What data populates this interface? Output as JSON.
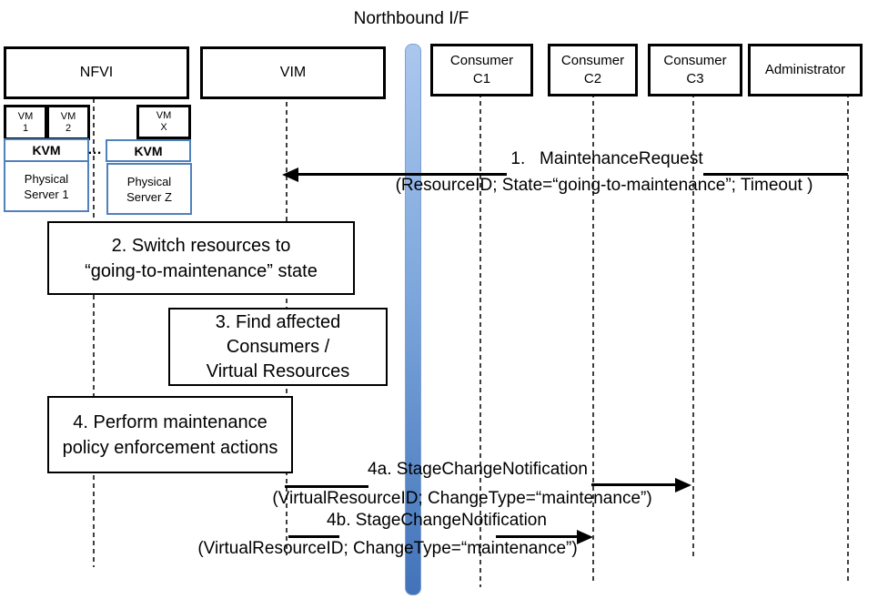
{
  "title": "Northbound I/F",
  "actors": {
    "nfvi": "NFVI",
    "vim": "VIM",
    "c1_line1": "Consumer",
    "c1_line2": "C1",
    "c2_line1": "Consumer",
    "c2_line2": "C2",
    "c3_line1": "Consumer",
    "c3_line2": "C3",
    "admin": "Administrator"
  },
  "nfvi_detail": {
    "vm1_line1": "VM",
    "vm1_line2": "1",
    "vm2_line1": "VM",
    "vm2_line2": "2",
    "vmx_line1": "VM",
    "vmx_line2": "X",
    "kvm_left": "KVM",
    "kvm_right": "KVM",
    "dots": "…",
    "server1_line1": "Physical",
    "server1_line2": "Server 1",
    "serverz_line1": "Physical",
    "serverz_line2": "Server Z"
  },
  "steps": {
    "step2_line1": "2. Switch resources to",
    "step2_line2": "“going-to-maintenance” state",
    "step3_line1": "3. Find affected",
    "step3_line2": "Consumers /",
    "step3_line3": "Virtual Resources",
    "step4_line1": "4. Perform maintenance",
    "step4_line2": "policy enforcement actions"
  },
  "messages": {
    "m1_title": "1.   MaintenanceRequest",
    "m1_params": "(ResourceID; State=“going-to-maintenance”; Timeout )",
    "m4a_title": "4a. StageChangeNotification",
    "m4a_params": "(VirtualResourceID; ChangeType=“maintenance”)",
    "m4b_title": "4b. StageChangeNotification",
    "m4b_params": "(VirtualResourceID; ChangeType=“maintenance”)"
  },
  "colors": {
    "accent_blue": "#4f81bd",
    "bar_gradient_top": "#abc7ee",
    "bar_gradient_bottom": "#4273b9",
    "line_black": "#000000",
    "lifeline_gray": "#3f3f3f"
  }
}
